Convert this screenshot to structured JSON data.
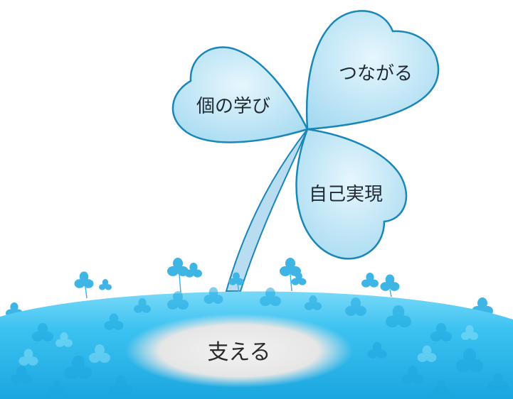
{
  "labels": {
    "leaf_left": "個の学び",
    "leaf_right_top": "つながる",
    "leaf_right_bottom": "自己実現",
    "base": "支える"
  },
  "colors": {
    "leaf_light": "#d8f1fb",
    "leaf_mid": "#a9dcf2",
    "leaf_edge": "#1b86b8",
    "stem": "#b9ddf0",
    "ground_light": "#62d2f7",
    "ground_dark": "#1aa6df",
    "clover_deco": "#48b9ea",
    "cloud": "#eeeeee"
  }
}
